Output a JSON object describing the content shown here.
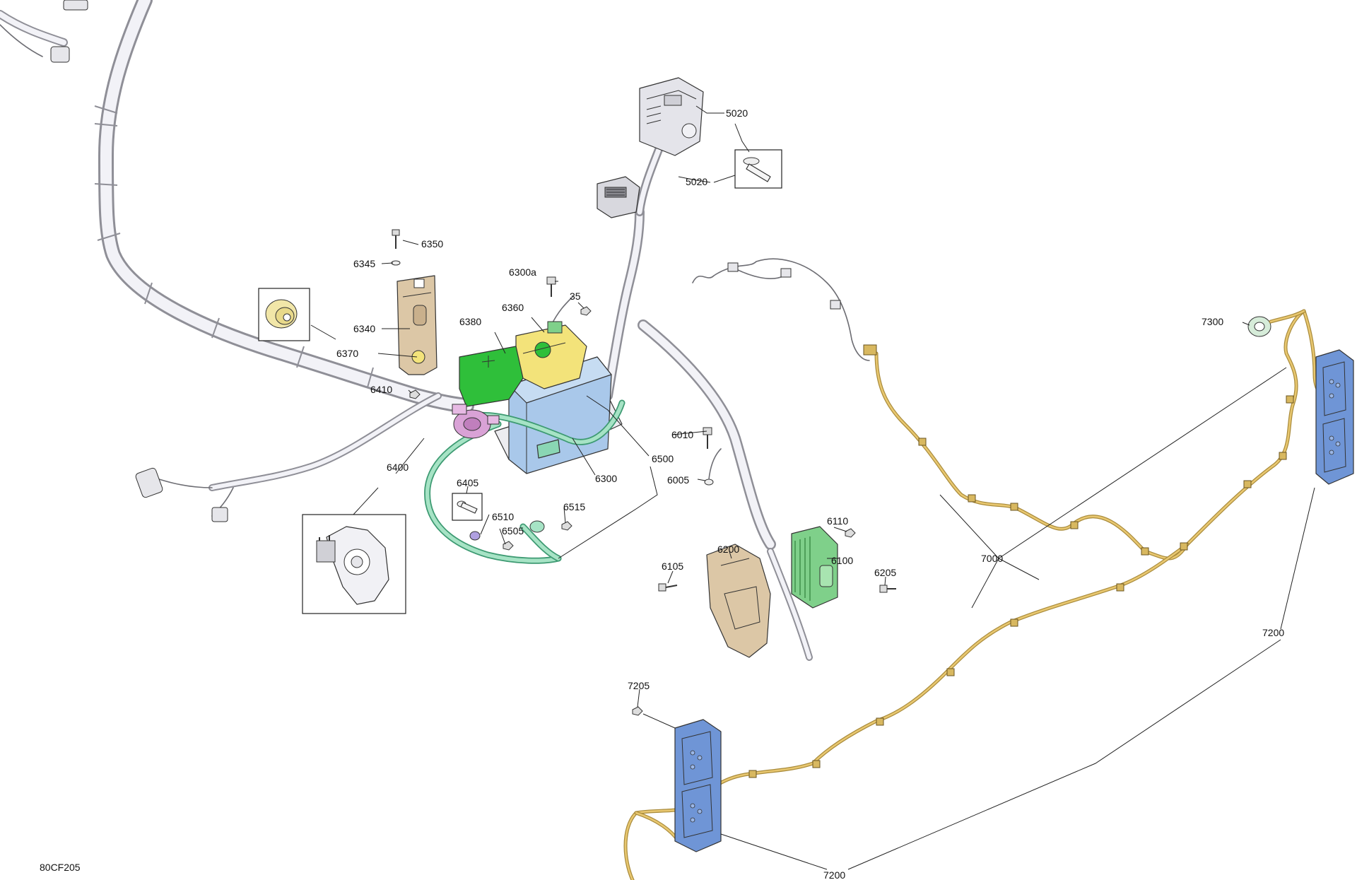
{
  "diagram_code": "80CF205",
  "colors": {
    "harness": "#8f8f97",
    "lighting_loom": "#e8c770",
    "battery": "#a9c8ea",
    "battery_cover_green": "#2fbf3a",
    "battery_cover_yellow": "#f3e37a",
    "bracket": "#dcc7a6",
    "relay_module": "#7fd08a",
    "tail_light": "#6f95d6",
    "starter_solenoid": "#d9a2d6",
    "positive_cable": "#a6e3c5"
  },
  "callouts": {
    "c5020a": "5020",
    "c5020b": "5020",
    "c6350": "6350",
    "c6345": "6345",
    "c6340": "6340",
    "c6370": "6370",
    "c6300a": "6300a",
    "c35": "35",
    "c6360": "6360",
    "c6380": "6380",
    "c6410": "6410",
    "c6010": "6010",
    "c6005": "6005",
    "c6500": "6500",
    "c6300": "6300",
    "c6400": "6400",
    "c6405": "6405",
    "c6510": "6510",
    "c6505": "6505",
    "c6515": "6515",
    "c6110": "6110",
    "c6200": "6200",
    "c6100": "6100",
    "c6105": "6105",
    "c6205": "6205",
    "c7300": "7300",
    "c7000": "7000",
    "c7200a": "7200",
    "c7205": "7205",
    "c7200b": "7200"
  }
}
